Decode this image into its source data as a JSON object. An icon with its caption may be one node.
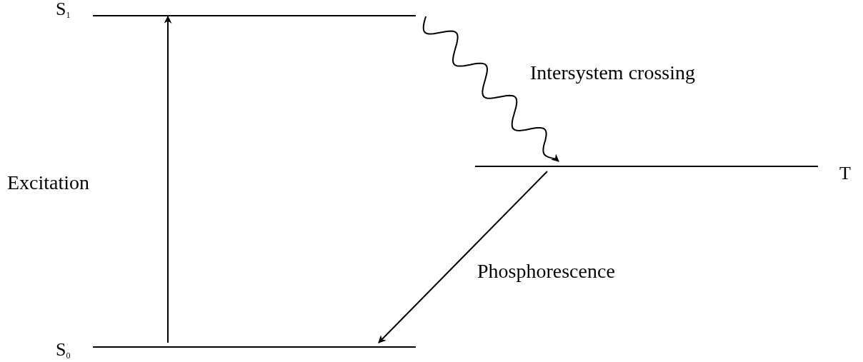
{
  "diagram": {
    "nodes": [
      {
        "text": [
          "S$_{1}$"
        ]
      },
      {
        "text": [
          "T"
        ]
      },
      {
        "text": [
          "S$_{0}$"
        ]
      }
    ],
    "edges": [
      {
        "from": 2,
        "to": 0,
        "arrow": "to",
        "label": "Excitation"
      },
      {
        "from": 0,
        "to": 1,
        "arrow": "to",
        "label": "Intersystem crossing"
      },
      {
        "from": 1,
        "to": 2,
        "arrow": "to",
        "label": "Phosphorescence"
      }
    ]
  }
}
